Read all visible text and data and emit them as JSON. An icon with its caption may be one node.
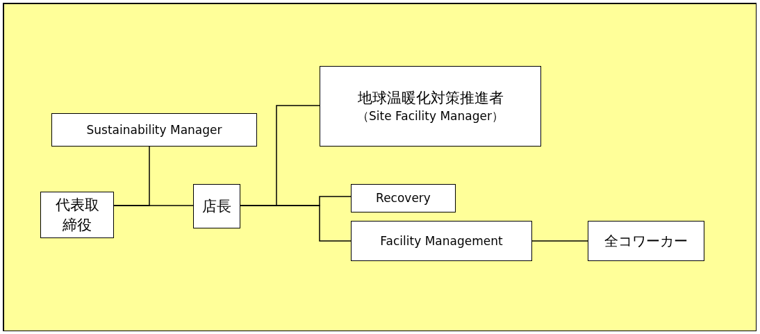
{
  "diagram": {
    "nodes": [
      {
        "text": [
          "代表取締役"
        ]
      },
      {
        "text": [
          "Sustainability Manager"
        ]
      },
      {
        "text": [
          "店長"
        ]
      },
      {
        "text": [
          "地球温暖化対策推進者",
          "（Site Facility Manager）"
        ]
      },
      {
        "text": [
          "Recovery"
        ]
      },
      {
        "text": [
          "Facility Management"
        ]
      },
      {
        "text": [
          "全コワーカー"
        ]
      }
    ],
    "edges": [
      {
        "from": 0,
        "to": 1,
        "arrow": "none"
      },
      {
        "from": 0,
        "to": 2,
        "arrow": "none"
      },
      {
        "from": 2,
        "to": 3,
        "arrow": "none"
      },
      {
        "from": 2,
        "to": 4,
        "arrow": "none"
      },
      {
        "from": 2,
        "to": 5,
        "arrow": "none"
      },
      {
        "from": 5,
        "to": 6,
        "arrow": "none"
      }
    ]
  }
}
